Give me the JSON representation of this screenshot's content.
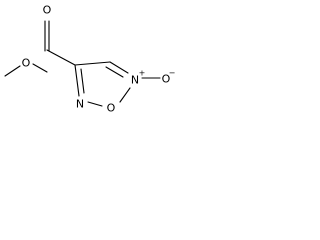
{
  "molecule": {
    "atoms": {
      "ester_carbonyl_oxygen": "O",
      "ester_ether_oxygen": "O",
      "ring_nitrogen_left": "N",
      "ring_oxygen": "O",
      "ring_nitrogen_oxide": "N",
      "n_oxide_oxygen": "O",
      "nitrogen_positive_charge": "+",
      "oxygen_negative_charge": "−"
    }
  }
}
